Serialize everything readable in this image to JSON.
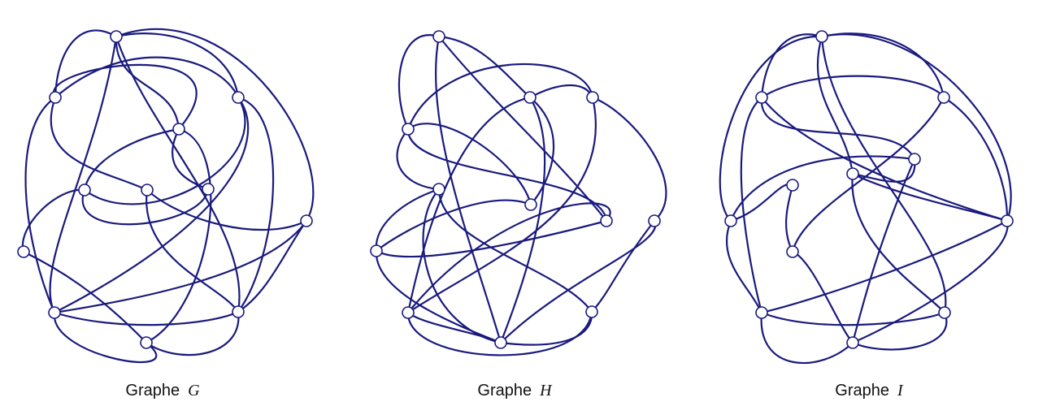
{
  "colors": {
    "edge": "#1a1a7e",
    "node_stroke": "#1a1a7e",
    "node_fill": "#ffffff",
    "text": "#111111"
  },
  "graphs": [
    {
      "caption_word": "Graphe",
      "caption_var": "G"
    },
    {
      "caption_word": "Graphe",
      "caption_var": "H"
    },
    {
      "caption_word": "Graphe",
      "caption_var": "I"
    }
  ]
}
